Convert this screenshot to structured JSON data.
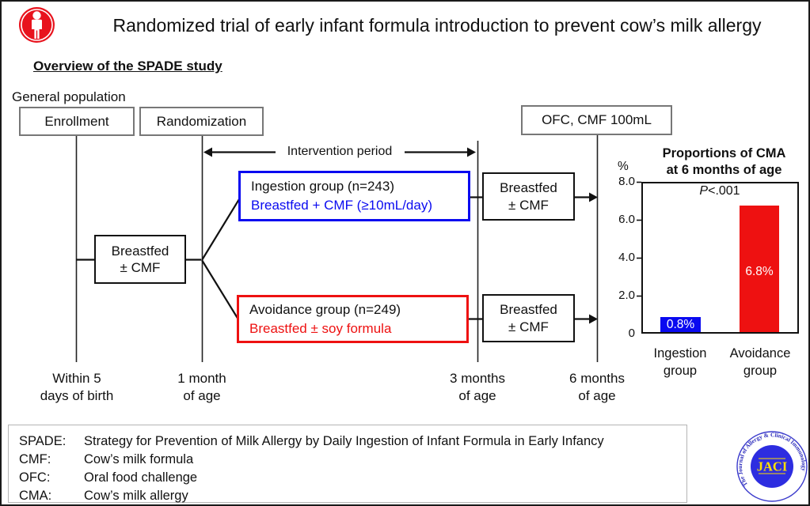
{
  "header": {
    "title": "Randomized trial of early infant formula introduction to prevent cow’s milk allergy"
  },
  "section_title": "Overview of the SPADE study",
  "flow": {
    "population_label": "General population",
    "enrollment_box": "Enrollment",
    "randomization_box": "Randomization",
    "ofc_box": "OFC, CMF 100mL",
    "intervention_label": "Intervention period",
    "baseline_box": {
      "line1": "Breastfed",
      "line2": "± CMF"
    },
    "ingestion_box": {
      "line1": "Ingestion group (n=243)",
      "line2": "Breastfed + CMF (≥1 0mL/day)"
    },
    "avoidance_box": {
      "line1": "Avoidance group (n=249)",
      "line2": "Breastfed ± soy formula"
    },
    "breastfed_top_box": {
      "line1": "Breastfed",
      "line2": "± CMF"
    },
    "breastfed_bottom_box": {
      "line1": "Breastfed",
      "line2": "± CMF"
    },
    "timeline": [
      {
        "line1": "Within 5",
        "line2": "days of birth"
      },
      {
        "line1": "1 month",
        "line2": "of age"
      },
      {
        "line1": "3 months",
        "line2": "of age"
      },
      {
        "line1": "6 months",
        "line2": "of age"
      }
    ]
  },
  "chart_data": {
    "type": "bar",
    "title_line1": "Proportions of CMA",
    "title_line2": "at 6 months of age",
    "unit": "%",
    "categories": [
      "Ingestion group",
      "Avoidance group"
    ],
    "values": [
      0.8,
      6.8
    ],
    "bar_labels": [
      "0.8%",
      "6.8%"
    ],
    "bar_colors": [
      "#0a0af0",
      "#ee1111"
    ],
    "p_italic": "P",
    "p_rest": "<.001",
    "yticks": [
      "8.0",
      "6.0",
      "4.0",
      "2.0",
      "0"
    ],
    "ylim": [
      0,
      8
    ],
    "xlabels": [
      {
        "line1": "Ingestion",
        "line2": "group"
      },
      {
        "line1": "Avoidance",
        "line2": "group"
      }
    ]
  },
  "legend": {
    "rows": [
      {
        "abbr": "SPADE:",
        "def": "Strategy for Prevention of Milk Allergy by Daily Ingestion of Infant Formula in Early Infancy"
      },
      {
        "abbr": "CMF:",
        "def": "Cow’s milk formula"
      },
      {
        "abbr": "OFC:",
        "def": "Oral food challenge"
      },
      {
        "abbr": "CMA:",
        "def": "Cow’s milk allergy"
      }
    ]
  },
  "logo": {
    "center": "JACI",
    "ring_text": "The Journal of Allergy & Clinical Immunology"
  },
  "colors": {
    "ingestion_blue": "#0a0af0",
    "avoidance_red": "#ee1111",
    "icon_red": "#e8131d"
  }
}
